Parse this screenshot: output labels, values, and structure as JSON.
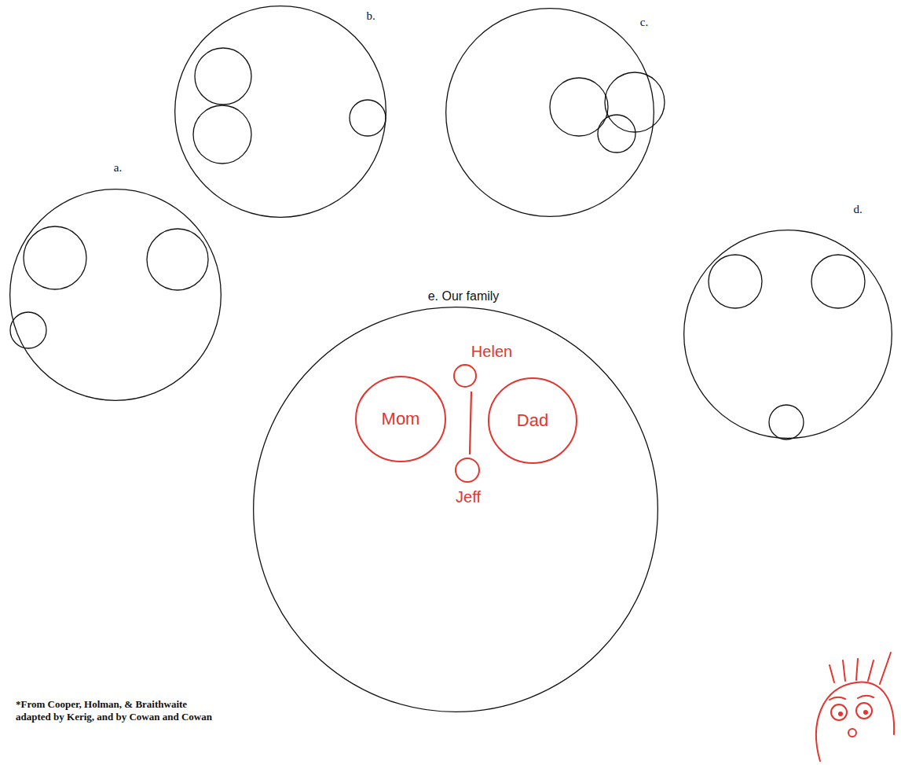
{
  "diagram": {
    "nodes": [
      {
        "text": [
          "a."
        ]
      },
      {
        "text": [
          "b."
        ]
      },
      {
        "text": [
          "c."
        ]
      },
      {
        "text": [
          "d."
        ]
      },
      {
        "text": [
          "e. Our family"
        ]
      },
      {
        "text": [
          "Helen"
        ],
        "in": 4
      },
      {
        "text": [
          "Mom"
        ],
        "in": 4
      },
      {
        "text": [
          "Dad"
        ],
        "in": 4
      },
      {
        "text": [
          "Jeff"
        ],
        "in": 4
      }
    ],
    "labels": [
      "*From Cooper, Holman, & Braithwaite adapted by Kerig, and by Cowan and Cowan"
    ]
  }
}
